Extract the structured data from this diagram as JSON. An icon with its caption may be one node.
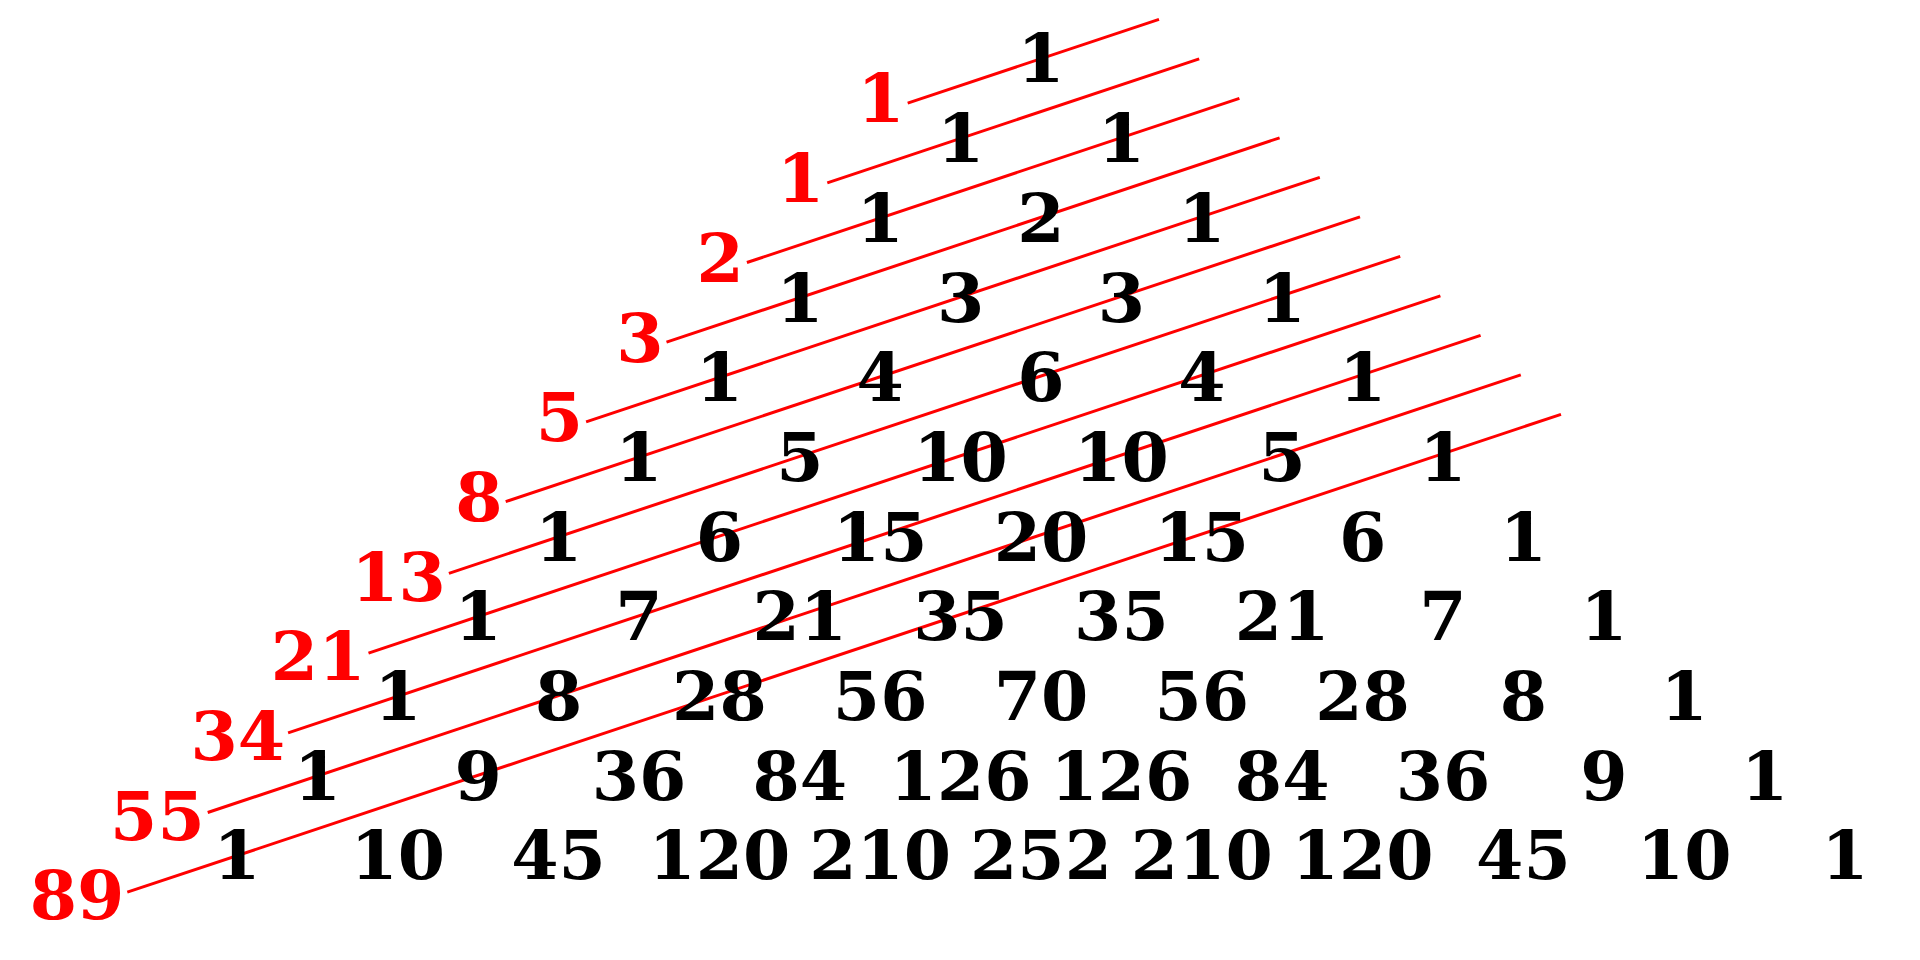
{
  "diagram": {
    "nodes": [
      {
        "text": [
          "1"
        ]
      },
      {
        "text": [
          "1"
        ]
      },
      {
        "text": [
          "2"
        ]
      },
      {
        "text": [
          "3"
        ]
      },
      {
        "text": [
          "5"
        ]
      },
      {
        "text": [
          "8"
        ]
      },
      {
        "text": [
          "13"
        ]
      },
      {
        "text": [
          "21"
        ]
      },
      {
        "text": [
          "34"
        ]
      },
      {
        "text": [
          "55"
        ]
      },
      {
        "text": [
          "89"
        ]
      }
    ],
    "edges": [
      {
        "from": 0,
        "to": null,
        "arrow": "none"
      },
      {
        "from": 1,
        "to": null,
        "arrow": "none"
      },
      {
        "from": 2,
        "to": null,
        "arrow": "none"
      },
      {
        "from": 3,
        "to": null,
        "arrow": "none"
      },
      {
        "from": 4,
        "to": null,
        "arrow": "none"
      },
      {
        "from": 5,
        "to": null,
        "arrow": "none"
      },
      {
        "from": 6,
        "to": null,
        "arrow": "none"
      },
      {
        "from": 7,
        "to": null,
        "arrow": "none"
      },
      {
        "from": 8,
        "to": null,
        "arrow": "none"
      },
      {
        "from": 9,
        "to": null,
        "arrow": "none"
      },
      {
        "from": 10,
        "to": null,
        "arrow": "none"
      }
    ],
    "labels": [
      "1",
      "1",
      "1",
      "1",
      "2",
      "1",
      "1",
      "3",
      "3",
      "1",
      "1",
      "4",
      "6",
      "4",
      "1",
      "1",
      "5",
      "10",
      "10",
      "5",
      "1",
      "1",
      "6",
      "15",
      "20",
      "15",
      "6",
      "1",
      "1",
      "7",
      "21",
      "35",
      "35",
      "21",
      "7",
      "1",
      "1",
      "8",
      "28",
      "56",
      "70",
      "56",
      "28",
      "8",
      "1",
      "1",
      "9",
      "36",
      "84",
      "126",
      "126",
      "84",
      "36",
      "9",
      "1",
      "1",
      "10",
      "45",
      "120",
      "210",
      "252",
      "210",
      "120",
      "45",
      "10",
      "1"
    ]
  }
}
